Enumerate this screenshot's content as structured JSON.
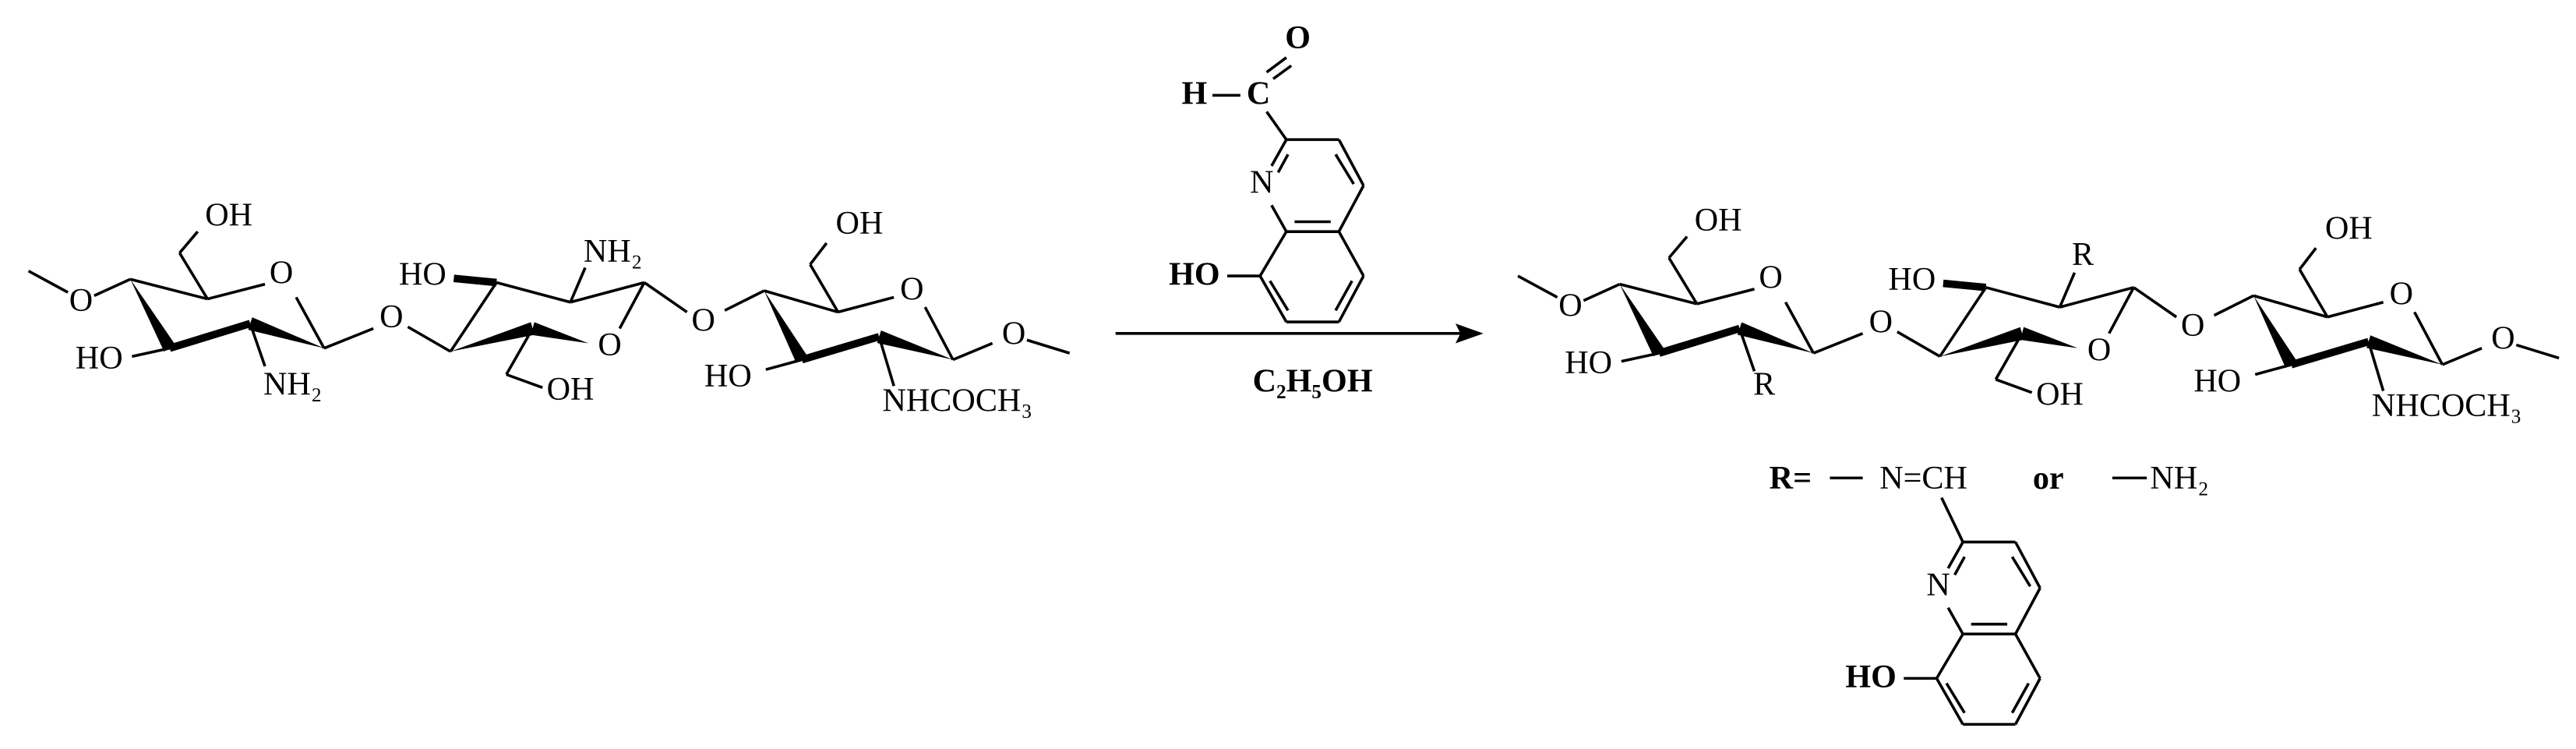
{
  "colors": {
    "ink": "#000000",
    "background": "#ffffff"
  },
  "reactant": {
    "labels": {
      "o_methoxy_left": "O",
      "oh_ring1": "OH",
      "o_ring1": "O",
      "ho_ring1": "HO",
      "nh2_ring1": "NH₂",
      "o_glyc1": "O",
      "ho_ring2": "HO",
      "nh2_ring2": "NH₂",
      "o_ring2": "O",
      "oh_ring2": "OH",
      "o_glyc2": "O",
      "oh_ring3": "OH",
      "o_ring3": "O",
      "ho_ring3": "HO",
      "nhcoch3_ring3": "NHCOCH₃",
      "o_methoxy_right": "O"
    }
  },
  "reagent": {
    "labels": {
      "o": "O",
      "c": "C",
      "h": "H",
      "n": "N",
      "ho": "HO"
    },
    "solvent": "C₂H₅OH"
  },
  "product": {
    "labels": {
      "o_methoxy_left": "O",
      "oh_ring1": "OH",
      "o_ring1": "O",
      "ho_ring1": "HO",
      "r_ring1": "R",
      "o_glyc1": "O",
      "ho_ring2": "HO",
      "r_ring2": "R",
      "o_ring2": "O",
      "oh_ring2": "OH",
      "o_glyc2": "O",
      "oh_ring3": "OH",
      "o_ring3": "O",
      "ho_ring3": "HO",
      "nhcoch3_ring3": "NHCOCH₃",
      "o_methoxy_right": "O"
    },
    "r_definition": {
      "prefix": "R=",
      "option1": "N=CH",
      "separator": "or",
      "option2": "NH₂",
      "quinoline_n": "N",
      "quinoline_ho": "HO"
    }
  }
}
